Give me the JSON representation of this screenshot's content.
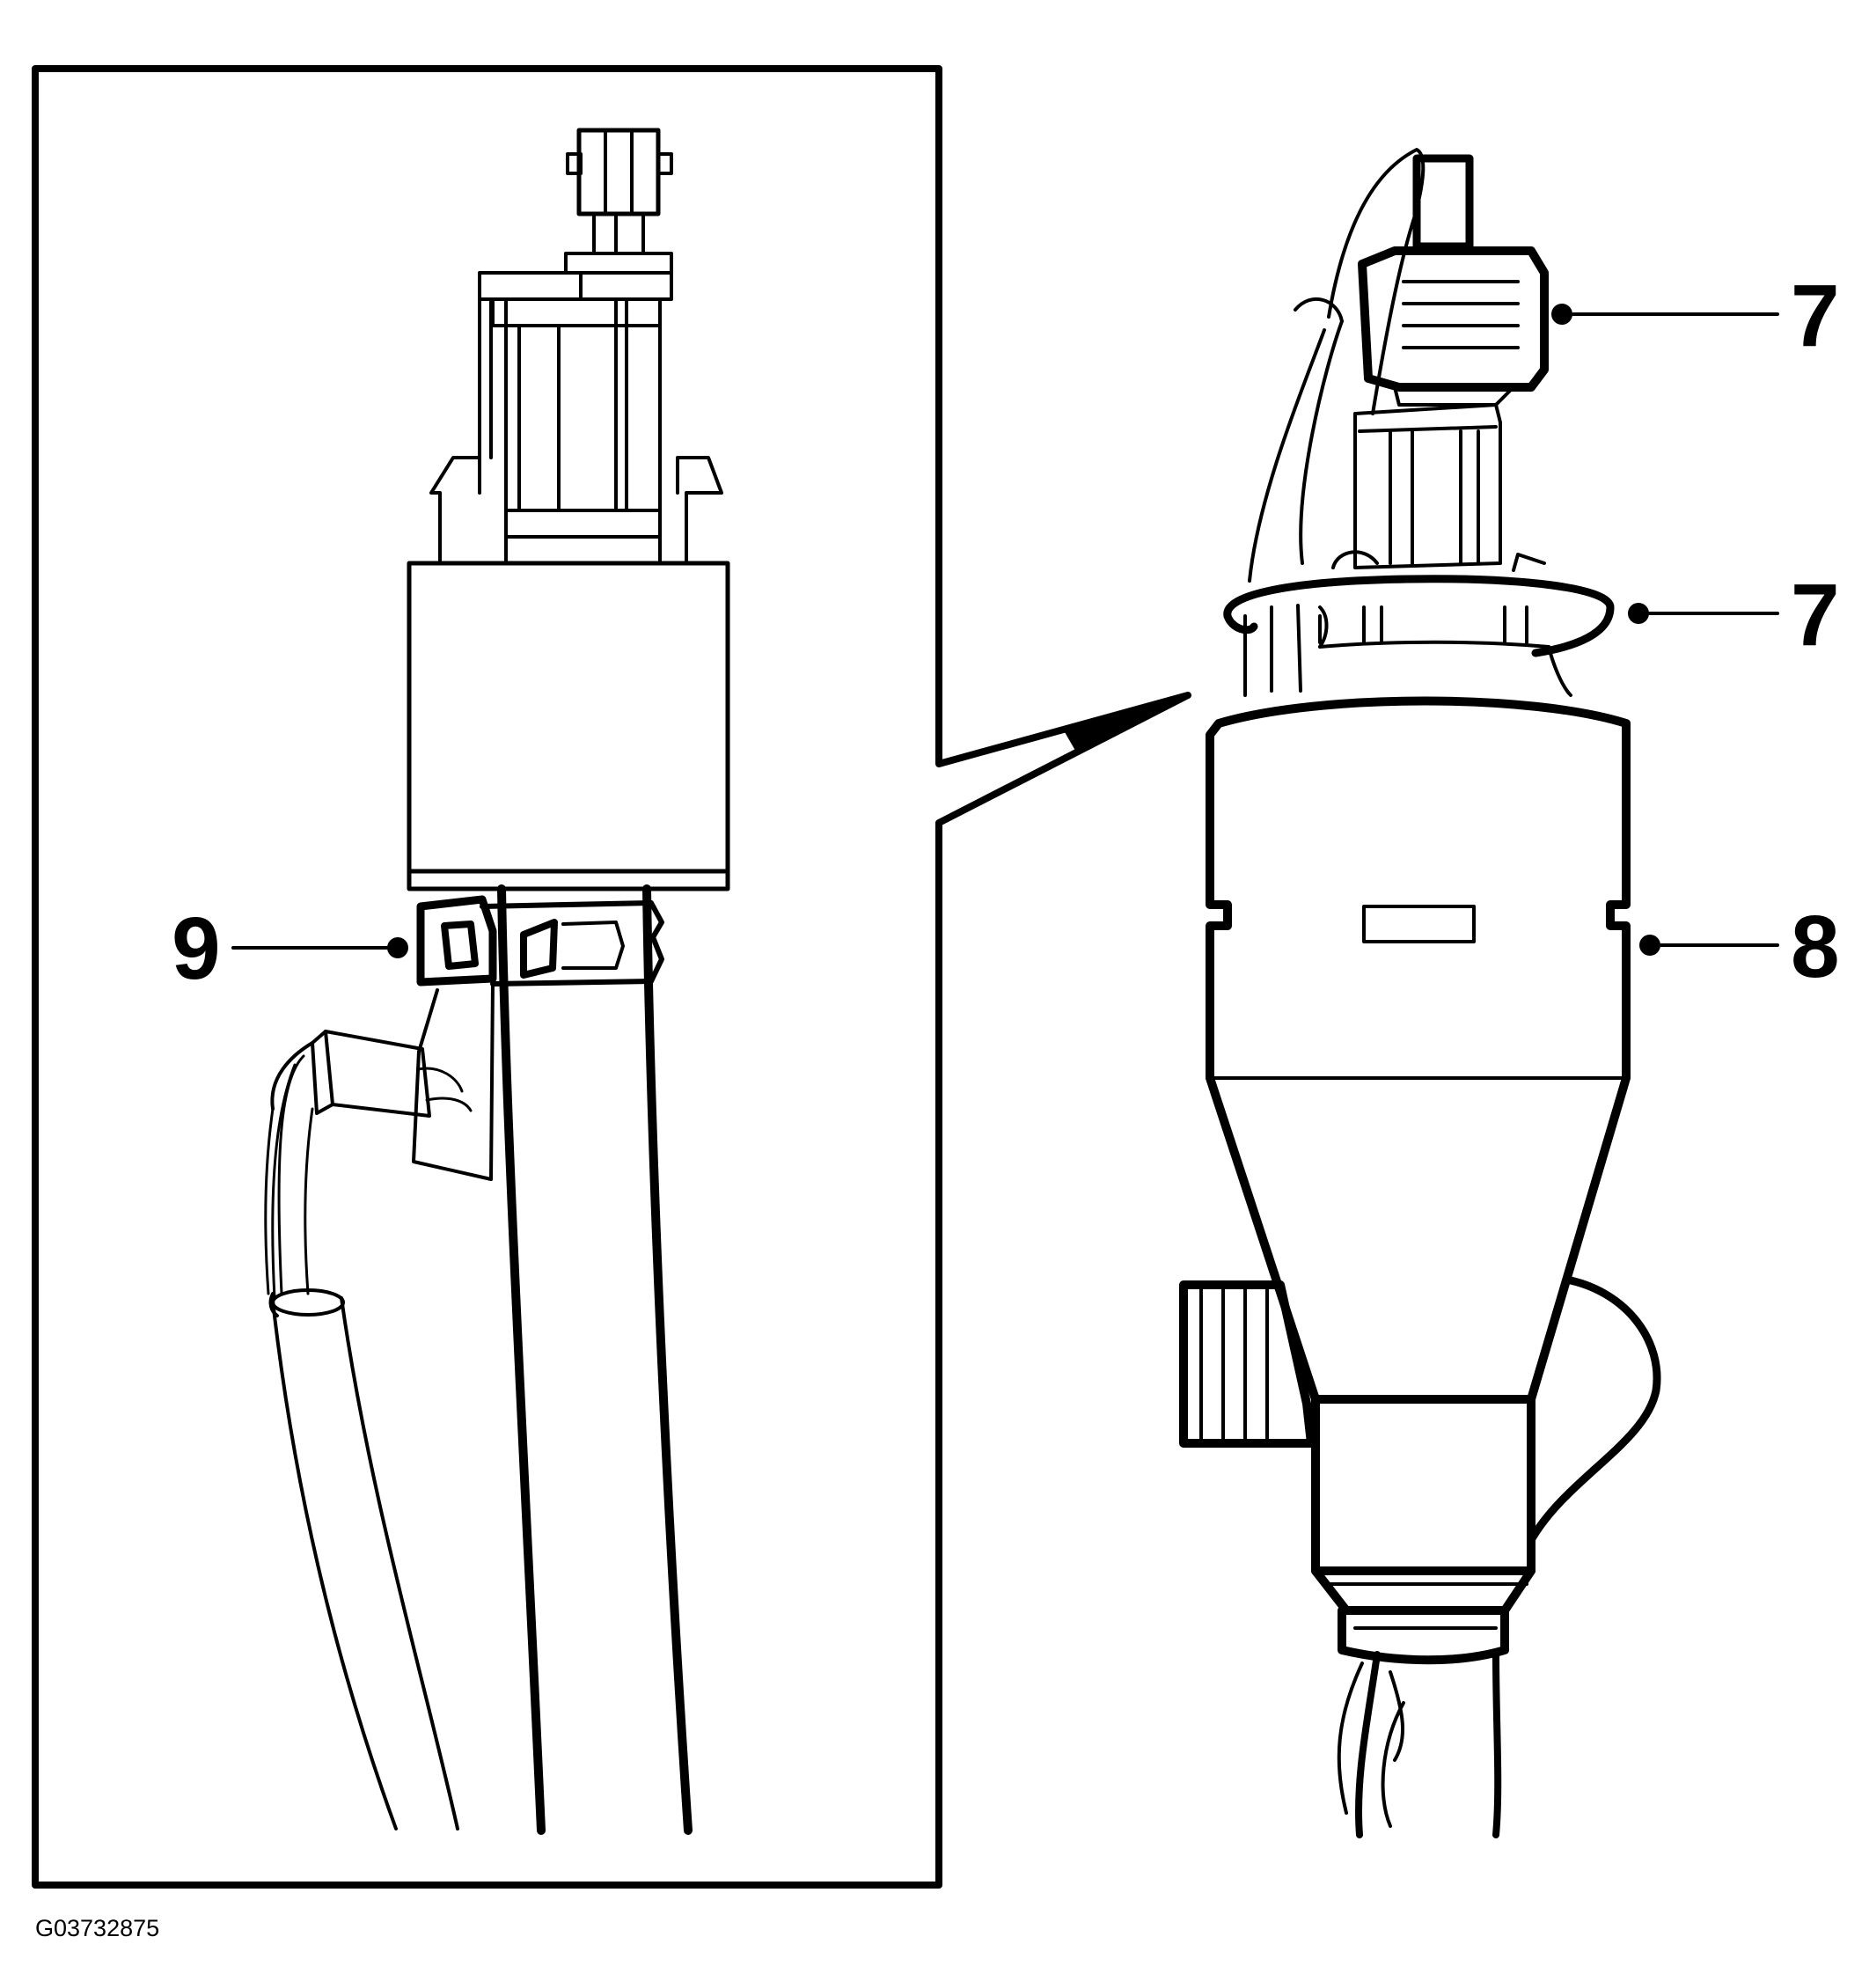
{
  "callouts": {
    "c7a": "7",
    "c7b": "7",
    "c8": "8",
    "c9": "9"
  },
  "figure_id": "G03732875"
}
